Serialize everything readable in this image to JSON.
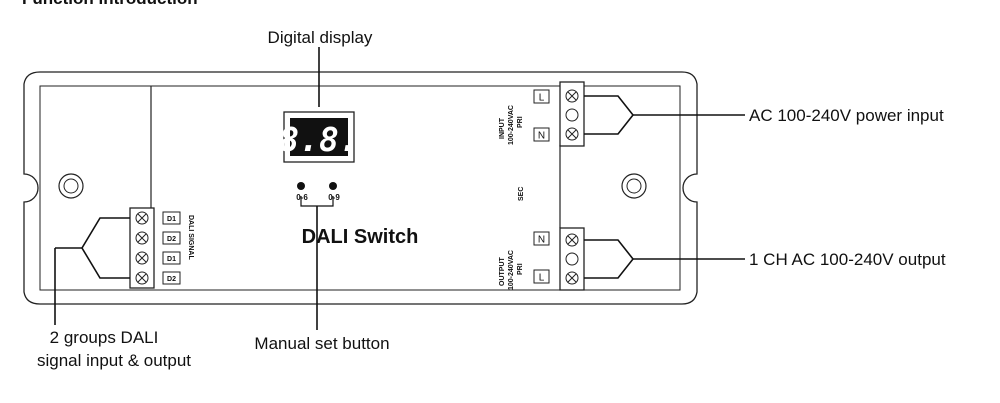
{
  "header_cut": "Function introduction",
  "callouts": {
    "digital_display": "Digital display",
    "power_input": "AC 100-240V power input",
    "output": "1 CH AC 100-240V output",
    "dali_line1": "2 groups DALI",
    "dali_line2": "signal input & output",
    "manual_button": "Manual set button"
  },
  "device": {
    "name": "DALI Switch",
    "display_digits": "8.8.",
    "button_left": "0-6",
    "button_right": "0-9",
    "dali_terminals": [
      "D1",
      "D2",
      "D1",
      "D2"
    ],
    "dali_signal_label": "DALI SIGNAL",
    "input_label": "INPUT",
    "input_voltage": "100-240VAC",
    "input_pri": "PRI",
    "input_terminals": [
      "L",
      "N"
    ],
    "sec_label": "SEC",
    "output_label": "OUTPUT",
    "output_voltage": "100-240VAC",
    "output_pri": "PRI",
    "output_terminals": [
      "N",
      "L"
    ]
  }
}
